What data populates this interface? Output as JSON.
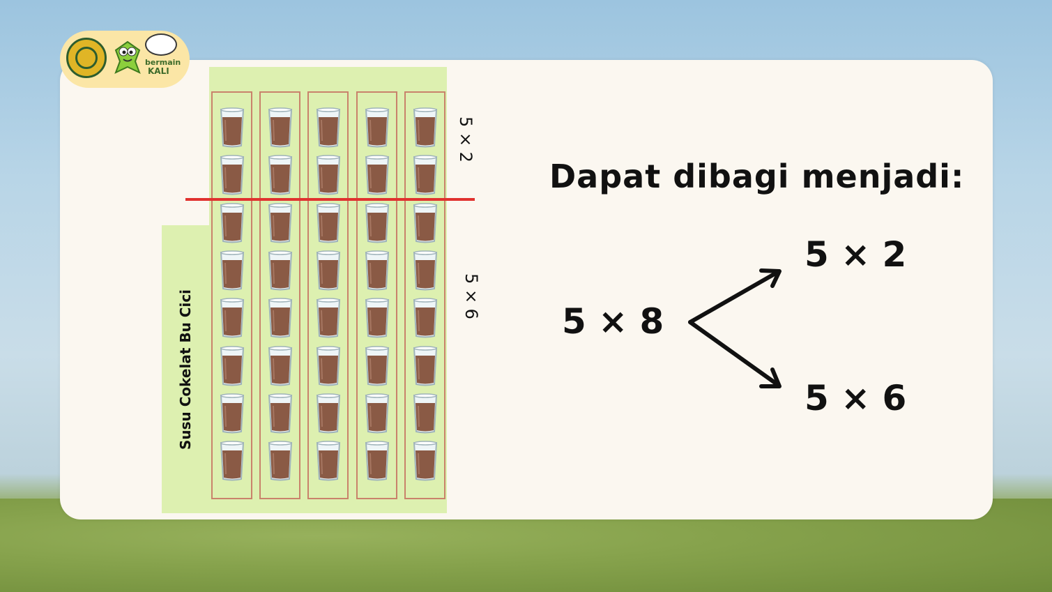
{
  "logo": {
    "text_line1": "bermain",
    "text_line2": "KALI"
  },
  "illustration": {
    "side_label": "Susu Cokelat Bu Cici",
    "columns": 5,
    "rows": 8,
    "top_group_label": "5 × 2",
    "bottom_group_label": "5 × 6",
    "divider_color": "#e0322f",
    "glass_color": "#8a5a45"
  },
  "main": {
    "heading": "Dapat dibagi menjadi:",
    "source_expression": "5 × 8",
    "top_result": "5 × 2",
    "bottom_result": "5 × 6"
  }
}
